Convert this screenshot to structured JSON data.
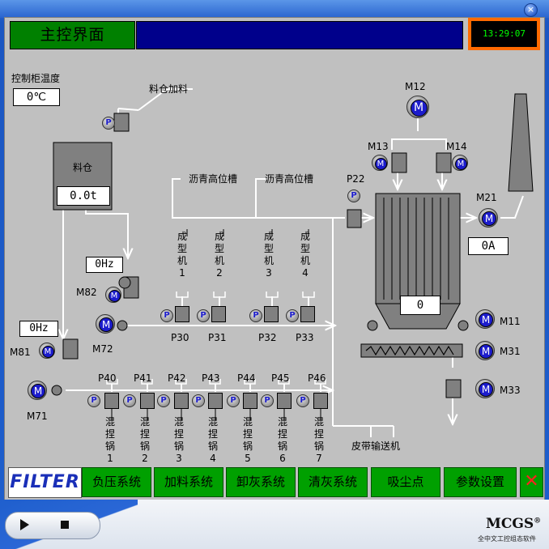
{
  "window": {
    "close_glyph": "×"
  },
  "header": {
    "title": "主控界面",
    "time": "13:29:07"
  },
  "cabinet": {
    "label": "控制柜温度",
    "value": "0℃"
  },
  "silo": {
    "label": "料仓",
    "value": "0.0t",
    "feed_label": "料仓加料"
  },
  "tanks": {
    "left": "沥青高位槽",
    "right": "沥青高位槽"
  },
  "motors": {
    "M12": "M12",
    "M13": "M13",
    "M14": "M14",
    "M21": "M21",
    "M11": "M11",
    "M31": "M31",
    "M33": "M33",
    "M71": "M71",
    "M72": "M72",
    "M81": "M81",
    "M82": "M82"
  },
  "pumps": {
    "P22": "P22",
    "P30": "P30",
    "P31": "P31",
    "P32": "P32",
    "P33": "P33",
    "P40": "P40",
    "P41": "P41",
    "P42": "P42",
    "P43": "P43",
    "P44": "P44",
    "P45": "P45",
    "P46": "P46"
  },
  "freq": {
    "m82": "0Hz",
    "m81": "0Hz"
  },
  "m21_current": "0A",
  "furnace_value": "0",
  "molding": [
    {
      "l1": "成",
      "l2": "型",
      "l3": "机",
      "n": "1"
    },
    {
      "l1": "成",
      "l2": "型",
      "l3": "机",
      "n": "2"
    },
    {
      "l1": "成",
      "l2": "型",
      "l3": "机",
      "n": "3"
    },
    {
      "l1": "成",
      "l2": "型",
      "l3": "机",
      "n": "4"
    }
  ],
  "kneaders": [
    {
      "l1": "混",
      "l2": "捏",
      "l3": "锅",
      "n": "1"
    },
    {
      "l1": "混",
      "l2": "捏",
      "l3": "锅",
      "n": "2"
    },
    {
      "l1": "混",
      "l2": "捏",
      "l3": "锅",
      "n": "3"
    },
    {
      "l1": "混",
      "l2": "捏",
      "l3": "锅",
      "n": "4"
    },
    {
      "l1": "混",
      "l2": "捏",
      "l3": "锅",
      "n": "5"
    },
    {
      "l1": "混",
      "l2": "捏",
      "l3": "锅",
      "n": "6"
    },
    {
      "l1": "混",
      "l2": "捏",
      "l3": "锅",
      "n": "7"
    }
  ],
  "belt_label": "皮带输送机",
  "motor_glyph": "M",
  "pump_glyph": "P",
  "nav": {
    "logo": "FILTER",
    "buttons": [
      "负压系统",
      "加料系统",
      "卸灰系统",
      "清灰系统",
      "吸尘点",
      "参数设置"
    ],
    "close": "✕"
  },
  "footer": {
    "brand": "MCGS",
    "reg": "®",
    "sub": "全中文工控组态软件"
  },
  "colors": {
    "panel": "#c0c0c0",
    "motor": "#1c1ccc",
    "accent_green": "#008000",
    "nav_green": "#00a000",
    "header_blue": "#00008b",
    "clock_border": "#ff6a00"
  }
}
